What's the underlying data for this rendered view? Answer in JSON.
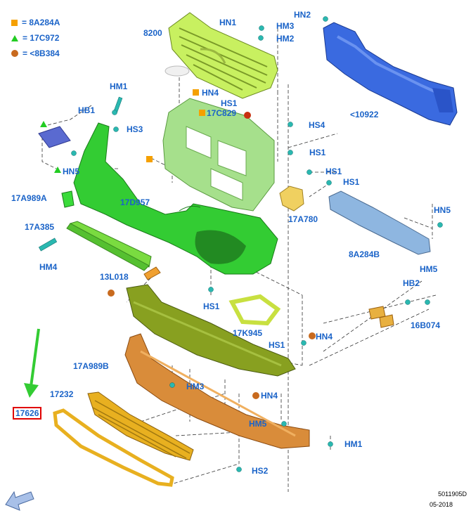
{
  "legend": [
    {
      "symbol": "orange-square",
      "text": "= 8A284A"
    },
    {
      "symbol": "green-triangle",
      "text": "= 17C972"
    },
    {
      "symbol": "brown-circle",
      "text": "= <8B384"
    }
  ],
  "labels": {
    "l8200": "8200",
    "hn1_top": "HN1",
    "hm3_top": "HM3",
    "hm2": "HM2",
    "hn2": "HN2",
    "l10922": "<10922",
    "hm1_top": "HM1",
    "hn4_top": "HN4",
    "hs1_a": "HS1",
    "l17c829": "17C829",
    "hb1": "HB1",
    "hs3": "HS3",
    "hs4": "HS4",
    "hs1_b": "HS1",
    "hs1_c": "HS1",
    "hs1_d": "HS1",
    "hn5_left": "HN5",
    "l17a989a": "17A989A",
    "l17d957": "17D957",
    "l17a780": "17A780",
    "hn5_right": "HN5",
    "l17a385": "17A385",
    "l8a284b": "8A284B",
    "hm4": "HM4",
    "l13l018": "13L018",
    "hm5_right": "HM5",
    "hb2": "HB2",
    "hs1_e": "HS1",
    "l16b074": "16B074",
    "l17k945": "17K945",
    "hn4_mid": "HN4",
    "hs1_f": "HS1",
    "l17a989b": "17A989B",
    "hm3_low": "HM3",
    "l17232": "17232",
    "hn4_low": "HN4",
    "l17626": "17626",
    "hm5_low": "HM5",
    "hm1_low": "HM1",
    "hs2": "HS2"
  },
  "footer": {
    "code": "5011905D",
    "date": "05-2018"
  },
  "colors": {
    "label": "#1a63c8",
    "grille": "#c8f060",
    "bumper": "#33cc33",
    "reinforcement": "#3a6ae0",
    "support": "#a6e08c",
    "absorber": "#d98c3a",
    "deflector": "#88a020",
    "grille_lower": "#e8b020",
    "bracket": "#8eb6e0",
    "highlight": "#e00000"
  },
  "icons": [
    "arrow-down-green",
    "arrow-left-blue"
  ]
}
